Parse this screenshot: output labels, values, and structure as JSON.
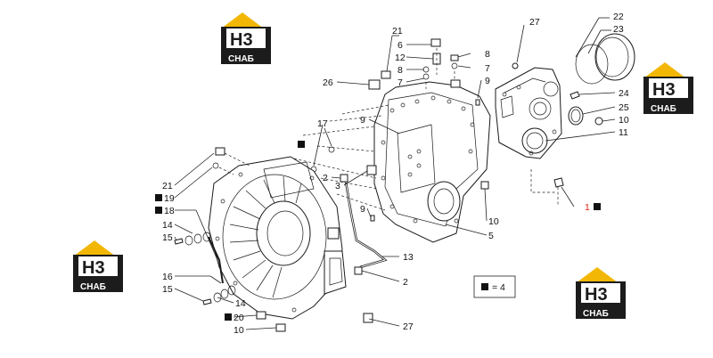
{
  "logo": {
    "mark": "H3",
    "subtext": "CHAБ",
    "colors": {
      "roof": "#f2b705",
      "dark": "#1c1c1c",
      "light": "#ffffff"
    }
  },
  "legend": {
    "text": "= 4"
  },
  "callouts": {
    "c27a": "27",
    "c22": "22",
    "c23": "23",
    "c24": "24",
    "c25": "25",
    "c10a": "10",
    "c11": "11",
    "c1": "1",
    "c21a": "21",
    "c6": "6",
    "c12": "12",
    "c8a": "8",
    "c7a": "7",
    "c8b": "8",
    "c7b": "7",
    "c9a": "9",
    "c26": "26",
    "c17": "17",
    "c9b": "9",
    "c2a": "2",
    "c3": "3",
    "c9c": "9",
    "c10b": "10",
    "c5": "5",
    "c13": "13",
    "c2b": "2",
    "c27b": "27",
    "c21b": "21",
    "c19": "19",
    "c18": "18",
    "c14a": "14",
    "c15a": "15",
    "c16": "16",
    "c15b": "15",
    "c14b": "14",
    "c20": "20",
    "c10c": "10"
  }
}
